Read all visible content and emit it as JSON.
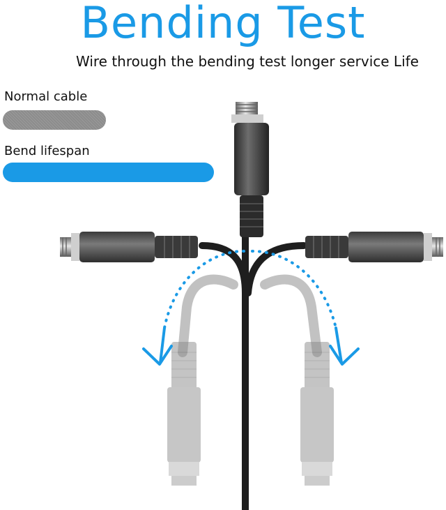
{
  "header": {
    "title": "Bending Test",
    "subtitle": "Wire through the bending test longer service Life"
  },
  "legend": {
    "normal_label": "Normal cable",
    "bend_label": "Bend lifespan",
    "normal_color": "#8c8c8c",
    "bend_color": "#1a9ae6"
  },
  "illustration": {
    "cable_color": "#222222",
    "ghost_color": "#9a9a9a",
    "connector_color": "#555555",
    "arrow_color": "#1a9ae6",
    "icons": [
      "bend-arrow-left-icon",
      "bend-arrow-right-icon"
    ]
  }
}
